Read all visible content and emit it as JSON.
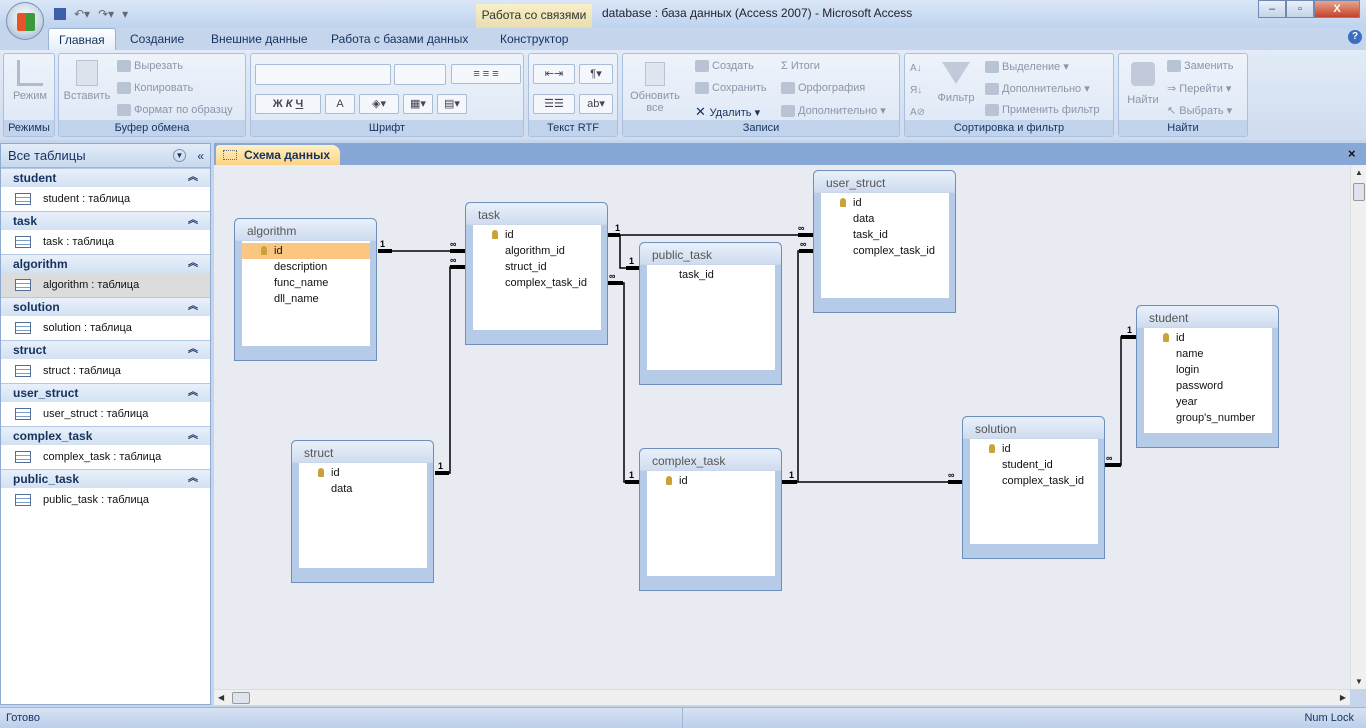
{
  "title": {
    "context_tab": "Работа со связями",
    "text": "database : база данных (Access 2007)  -  Microsoft Access",
    "min": "–",
    "max": "▫",
    "close": "X"
  },
  "tabs": [
    "Главная",
    "Создание",
    "Внешние данные",
    "Работа с базами данных",
    "Конструктор"
  ],
  "ribbon": {
    "groups": [
      "Режимы",
      "Буфер обмена",
      "Шрифт",
      "Текст RTF",
      "Записи",
      "Сортировка и фильтр",
      "Найти"
    ],
    "mode": "Режим",
    "paste": "Вставить",
    "cut": "Вырезать",
    "copy": "Копировать",
    "format_painter": "Формат по образцу",
    "bold": "Ж",
    "italic": "К",
    "underline": "Ч",
    "font_color": "A",
    "refresh": "Обновить все",
    "create": "Создать",
    "save": "Сохранить",
    "delete": "Удалить",
    "totals": "Итоги",
    "spelling": "Орфография",
    "more": "Дополнительно",
    "filter": "Фильтр",
    "selection": "Выделение",
    "advanced": "Дополнительно",
    "apply_filter": "Применить фильтр",
    "find": "Найти",
    "replace": "Заменить",
    "goto": "Перейти",
    "select": "Выбрать"
  },
  "sidebar": {
    "title": "Все таблицы",
    "groups": [
      {
        "name": "student",
        "item": "student : таблица"
      },
      {
        "name": "task",
        "item": "task : таблица"
      },
      {
        "name": "algorithm",
        "item": "algorithm : таблица"
      },
      {
        "name": "solution",
        "item": "solution : таблица"
      },
      {
        "name": "struct",
        "item": "struct : таблица"
      },
      {
        "name": "user_struct",
        "item": "user_struct : таблица"
      },
      {
        "name": "complex_task",
        "item": "complex_task : таблица"
      },
      {
        "name": "public_task",
        "item": "public_task : таблица"
      }
    ]
  },
  "document": {
    "tab": "Схема данных",
    "close": "×"
  },
  "tables": {
    "algorithm": {
      "name": "algorithm",
      "fields": [
        "id",
        "description",
        "func_name",
        "dll_name"
      ]
    },
    "task": {
      "name": "task",
      "fields": [
        "id",
        "algorithm_id",
        "struct_id",
        "complex_task_id"
      ]
    },
    "public_task": {
      "name": "public_task",
      "fields": [
        "task_id"
      ]
    },
    "user_struct": {
      "name": "user_struct",
      "fields": [
        "id",
        "data",
        "task_id",
        "complex_task_id"
      ]
    },
    "student": {
      "name": "student",
      "fields": [
        "id",
        "name",
        "login",
        "password",
        "year",
        "group's_number"
      ]
    },
    "solution": {
      "name": "solution",
      "fields": [
        "id",
        "student_id",
        "complex_task_id"
      ]
    },
    "struct": {
      "name": "struct",
      "fields": [
        "id",
        "data"
      ]
    },
    "complex_task": {
      "name": "complex_task",
      "fields": [
        "id"
      ]
    }
  },
  "relations": {
    "one": "1",
    "many": "∞"
  },
  "status": {
    "left": "Готово",
    "right": "Num Lock"
  }
}
